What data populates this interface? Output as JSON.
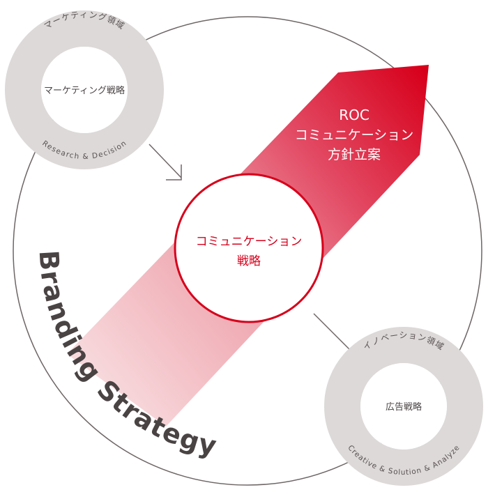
{
  "colors": {
    "accent_red": "#d7001b",
    "ring_gray": "#dcd9d8",
    "outline_gray": "#6e6566",
    "text_dark": "#4a4344"
  },
  "top_ring": {
    "domain_label": "マーケティング領域",
    "center_label": "マーケティング戦略",
    "sub_label": "Research & Decision"
  },
  "arrow": {
    "line1": "ROC",
    "line2": "コミュニケーション",
    "line3": "方針立案"
  },
  "center": {
    "line1": "コミュニケーション",
    "line2": "戦略"
  },
  "bottom_ring": {
    "domain_label": "イノベーション領域",
    "center_label": "広告戦略",
    "sub_label": "Creative & Solution & Analyze"
  },
  "outer_label": "Branding Strategy"
}
